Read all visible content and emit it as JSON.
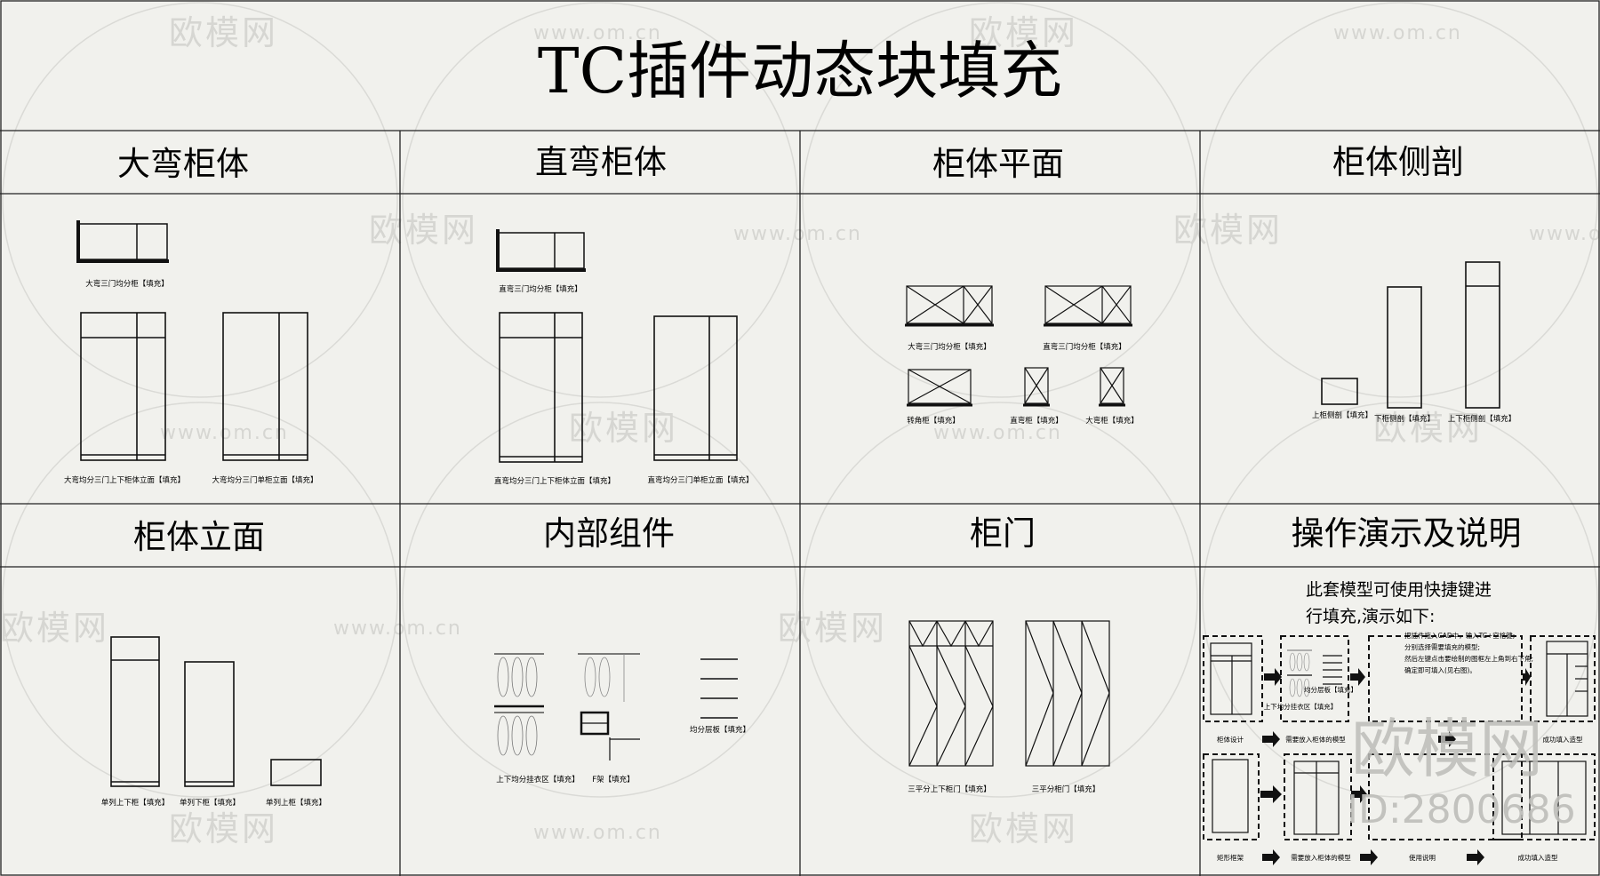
{
  "title": "TC插件动态块填充",
  "sections": {
    "dawan": "大弯柜体",
    "zhiwan": "直弯柜体",
    "pingmian": "柜体平面",
    "cepou": "柜体侧剖",
    "limian": "柜体立面",
    "neibu": "内部组件",
    "guimen": "柜门",
    "caozuo": "操作演示及说明"
  },
  "labels": {
    "dawan_top": "大弯三门均分柜【填充】",
    "dawan_el1": "大弯均分三门上下柜体立面【填充】",
    "dawan_el2": "大弯均分三门单柜立面【填充】",
    "zhiwan_top": "直弯三门均分柜【填充】",
    "zhiwan_el1": "直弯均分三门上下柜体立面【填充】",
    "zhiwan_el2": "直弯均分三门单柜立面【填充】",
    "plan1": "大弯三门均分柜【填充】",
    "plan2": "直弯三门均分柜【填充】",
    "plan3": "转角柜【填充】",
    "plan4": "直弯柜【填充】",
    "plan5": "大弯柜【填充】",
    "side1": "上柜侧剖【填充】",
    "side2": "下柜侧剖【填充】",
    "side3": "上下柜侧剖【填充】",
    "elev1": "单列上下柜【填充】",
    "elev2": "单列下柜【填充】",
    "elev3": "单列上柜【填充】",
    "inner1": "上下均分挂衣区【填充】",
    "inner2": "F架【填充】",
    "inner3": "均分层板【填充】",
    "door1": "三平分上下柜门【填充】",
    "door2": "三平分柜门【填充】"
  },
  "demo": {
    "line1": "此套模型可使用快捷键进",
    "line2": "行填充,演示如下:",
    "note1": "把插件拖入CAD中，输入TC+空格键;",
    "note2": "分别选择需要填充的模型;",
    "note3": "然后左键点击要绘制的图框左上角到右下角;",
    "note4": "确定即可填入(见右图)。",
    "mini_label1": "上下均分挂衣区【填充】",
    "mini_label2": "均分层板【填充】",
    "cap1": "柜体设计",
    "cap2": "需要放入柜体的模型",
    "cap3": "成功填入造型",
    "cap4": "矩形框架",
    "cap5": "需要放入柜体的模型",
    "cap6": "使用说明",
    "cap7": "成功填入造型"
  },
  "watermark": {
    "brand": "欧模网",
    "url": "www.om.cn",
    "id": "ID:2800686"
  }
}
